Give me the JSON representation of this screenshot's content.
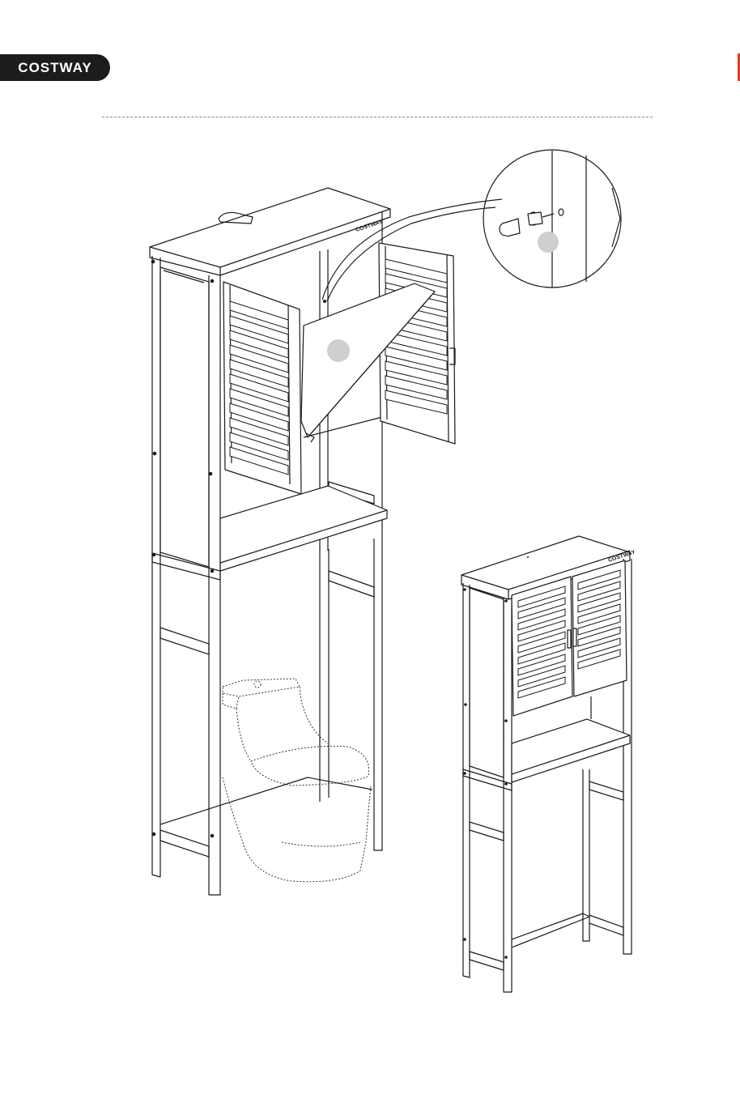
{
  "header": {
    "brand": "COSTWAY",
    "brand_bg": "#1c1c1c",
    "accent": "#d8401c"
  },
  "illustration": {
    "cabinet_logo": "COSTWAY",
    "callout_badges": 2
  }
}
